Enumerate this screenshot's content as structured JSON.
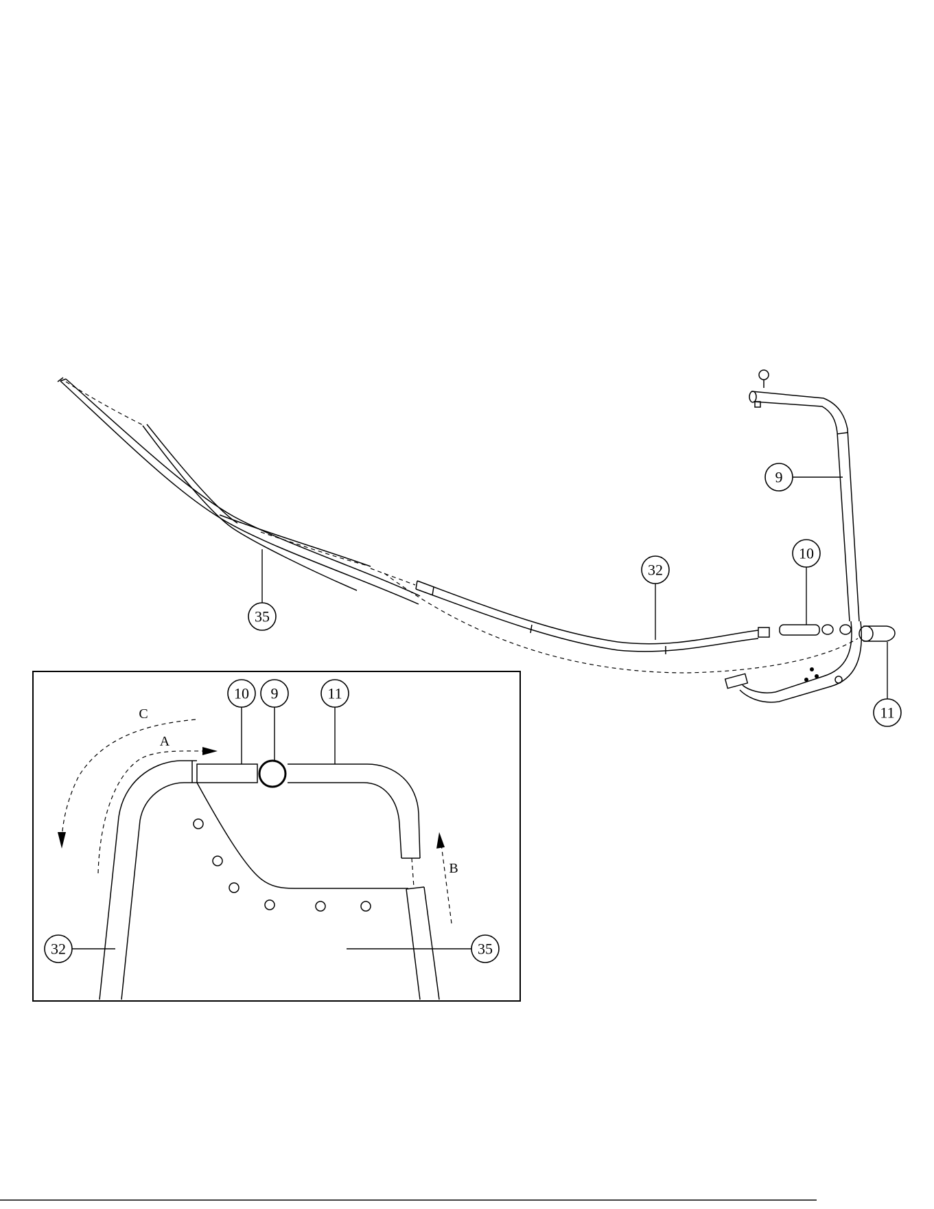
{
  "callouts": {
    "main_9": "9",
    "main_10": "10",
    "main_32": "32",
    "main_35": "35",
    "main_11": "11",
    "inset_10": "10",
    "inset_9": "9",
    "inset_11": "11",
    "inset_32": "32",
    "inset_35": "35"
  },
  "arrows": {
    "a": "A",
    "b": "B",
    "c": "C"
  },
  "colors": {
    "ink": "#000000",
    "paper": "#ffffff"
  }
}
